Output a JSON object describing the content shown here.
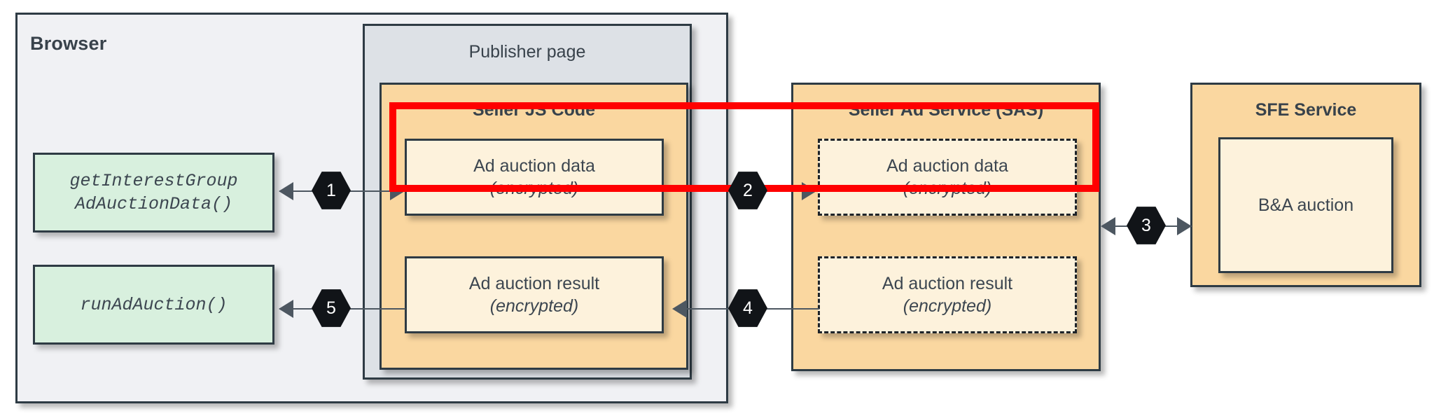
{
  "diagram": {
    "browser": {
      "label": "Browser",
      "publisher_page": {
        "title": "Publisher page",
        "seller_js": {
          "title": "Seller JS Code",
          "data_box": {
            "line1": "Ad auction data",
            "line2": "(encrypted)"
          },
          "result_box": {
            "line1": "Ad auction result",
            "line2": "(encrypted)"
          }
        }
      },
      "apis": [
        {
          "line1": "getInterestGroup",
          "line2": "AdAuctionData()"
        },
        {
          "line1": "runAdAuction()",
          "line2": ""
        }
      ]
    },
    "sas": {
      "title": "Seller Ad Service (SAS)",
      "data_box": {
        "line1": "Ad auction data",
        "line2": "(encrypted)"
      },
      "result_box": {
        "line1": "Ad auction result",
        "line2": "(encrypted)"
      }
    },
    "sfe": {
      "title": "SFE Service",
      "auction_box": {
        "line1": "B&A auction"
      }
    },
    "steps": [
      {
        "number": "1"
      },
      {
        "number": "2"
      },
      {
        "number": "3"
      },
      {
        "number": "4"
      },
      {
        "number": "5"
      }
    ],
    "colors": {
      "highlight": "#ff0000",
      "service_fill": "#fad7a0",
      "payload_fill": "#fdf2dc",
      "api_fill": "#d8f0de",
      "browser_fill": "#f0f1f4",
      "publisher_fill": "#dde1e6",
      "stroke": "#2e3b44",
      "step_marker": "#111418"
    }
  }
}
